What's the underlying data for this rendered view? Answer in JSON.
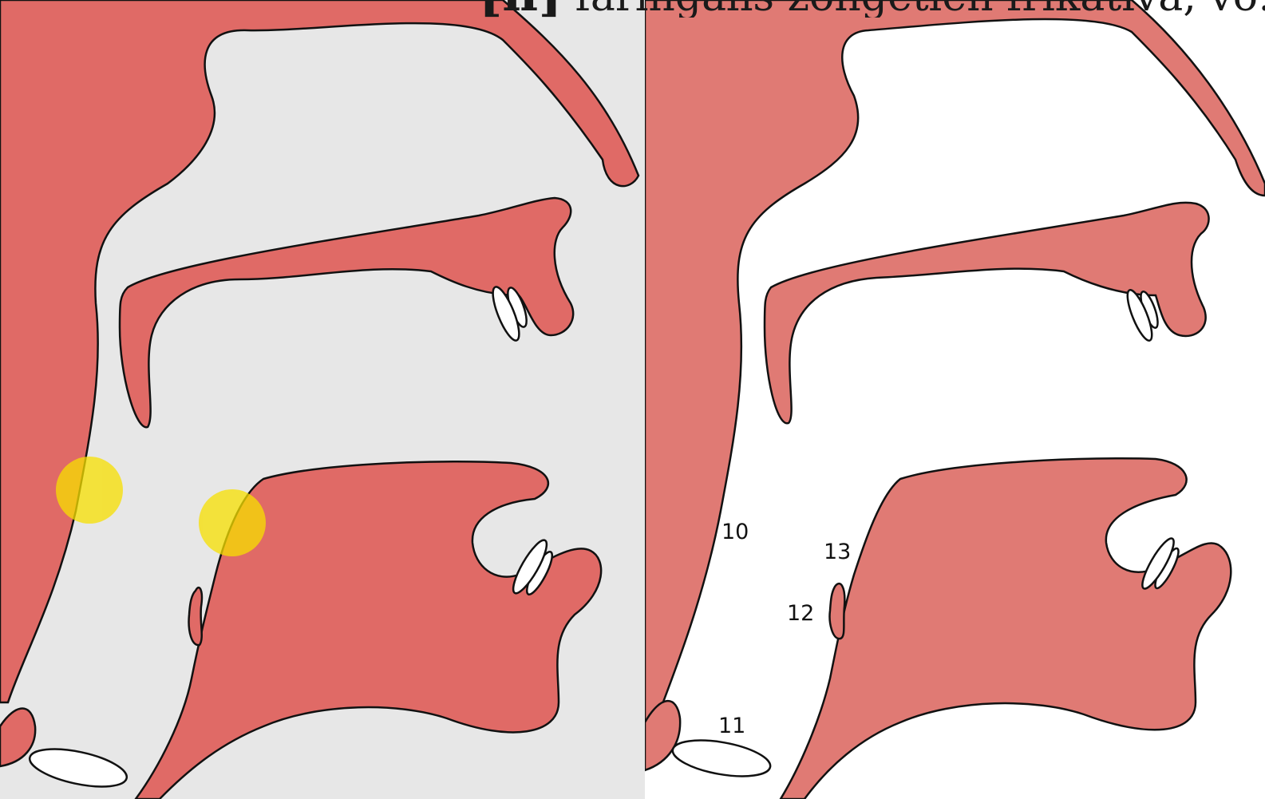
{
  "header": {
    "symbol": "[ʜ]",
    "caption": "faríngalis zöngétlen frikatíva, vö:"
  },
  "colors": {
    "tissue_left": "#e06a66",
    "tissue_right": "#e07a74",
    "background_left": "#e7e7e7",
    "background_right": "#ffffff",
    "highlight": "#f7e000",
    "outline": "#111111"
  },
  "labels": {
    "label_10": "10",
    "label_11": "11",
    "label_12": "12",
    "label_13": "13"
  }
}
